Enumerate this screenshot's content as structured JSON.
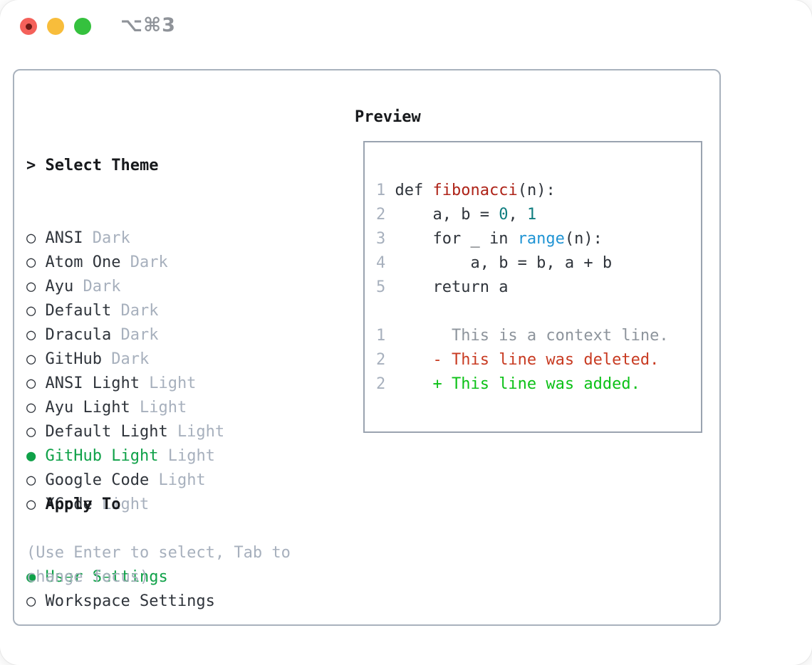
{
  "window": {
    "title": "⌥⌘3",
    "controls": [
      {
        "name": "close-button",
        "icon": "traffic-light-red",
        "color": "#f4615a",
        "inner_dot": true
      },
      {
        "name": "minimize-button",
        "icon": "traffic-light-yellow",
        "color": "#f8bd3b",
        "inner_dot": false
      },
      {
        "name": "zoom-button",
        "icon": "traffic-light-green",
        "color": "#35c13e",
        "inner_dot": false
      }
    ]
  },
  "panel": {
    "select_theme": {
      "prompt": ">",
      "title": "Select Theme",
      "items": [
        {
          "label": "ANSI",
          "variant": "Dark",
          "selected": false
        },
        {
          "label": "Atom One",
          "variant": "Dark",
          "selected": false
        },
        {
          "label": "Ayu",
          "variant": "Dark",
          "selected": false
        },
        {
          "label": "Default",
          "variant": "Dark",
          "selected": false
        },
        {
          "label": "Dracula",
          "variant": "Dark",
          "selected": false
        },
        {
          "label": "GitHub",
          "variant": "Dark",
          "selected": false
        },
        {
          "label": "ANSI Light",
          "variant": "Light",
          "selected": false
        },
        {
          "label": "Ayu Light",
          "variant": "Light",
          "selected": false
        },
        {
          "label": "Default Light",
          "variant": "Light",
          "selected": false
        },
        {
          "label": "GitHub Light",
          "variant": "Light",
          "selected": true
        },
        {
          "label": "Google Code",
          "variant": "Light",
          "selected": false
        },
        {
          "label": "XCode",
          "variant": "Light",
          "selected": false
        }
      ]
    },
    "apply_to": {
      "title": "Apply To",
      "options": [
        {
          "label": "User Settings",
          "selected": true
        },
        {
          "label": "Workspace Settings",
          "selected": false
        }
      ]
    },
    "hint": "(Use Enter to select, Tab to change focus)"
  },
  "preview": {
    "title": "Preview",
    "lines": [
      {
        "num": "1",
        "segments": [
          {
            "text": " def ",
            "color": "text"
          },
          {
            "text": "fibonacci",
            "color": "function"
          },
          {
            "text": "(n):",
            "color": "text"
          }
        ]
      },
      {
        "num": "2",
        "segments": [
          {
            "text": "     a, b = ",
            "color": "text"
          },
          {
            "text": "0",
            "color": "number"
          },
          {
            "text": ", ",
            "color": "text"
          },
          {
            "text": "1",
            "color": "number"
          }
        ]
      },
      {
        "num": "3",
        "segments": [
          {
            "text": "     for _ in ",
            "color": "text"
          },
          {
            "text": "range",
            "color": "builtin"
          },
          {
            "text": "(n):",
            "color": "text"
          }
        ]
      },
      {
        "num": "4",
        "segments": [
          {
            "text": "         a, b = b, a + b",
            "color": "text"
          }
        ]
      },
      {
        "num": "5",
        "segments": [
          {
            "text": "     return a",
            "color": "text"
          }
        ]
      },
      {
        "num": "",
        "segments": []
      },
      {
        "num": "1",
        "segments": [
          {
            "text": "       This is a context line.",
            "color": "context"
          }
        ]
      },
      {
        "num": "2",
        "segments": [
          {
            "text": "     - This line was deleted.",
            "color": "deleted"
          }
        ]
      },
      {
        "num": "2",
        "segments": [
          {
            "text": "     + This line was added.",
            "color": "added"
          }
        ]
      }
    ]
  },
  "markers": {
    "selected": "●",
    "unselected": "○"
  },
  "colors": {
    "text": "#2f343b",
    "header": "#17191c",
    "muted": "#a7b0bd",
    "accent_green": "#0fa148",
    "added": "#0cc117",
    "deleted": "#c83b22",
    "function": "#ae2318",
    "number": "#0f7d7f",
    "builtin": "#2094d4",
    "context": "#8d949c",
    "panel_border": "#a9b2bd",
    "box_border": "#9aa3b0",
    "title_gray": "#8f9399"
  }
}
